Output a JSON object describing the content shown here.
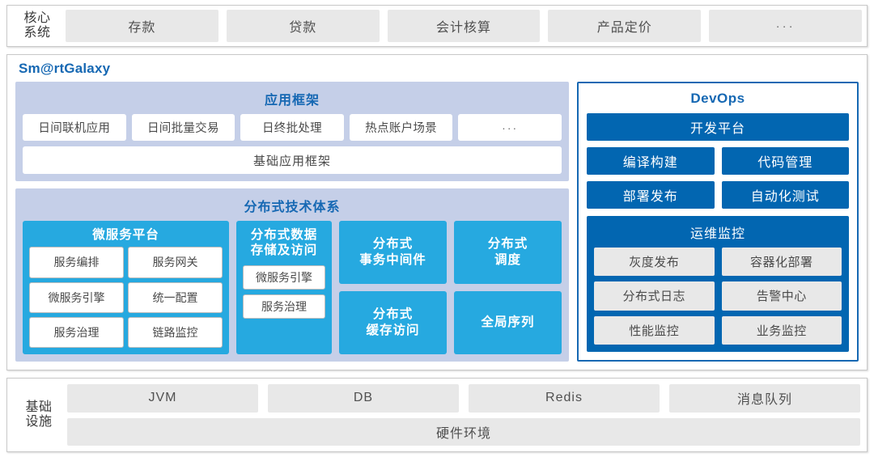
{
  "core_systems": {
    "label": "核心\n系统",
    "label_line1": "核心",
    "label_line2": "系统",
    "tiles": [
      "存款",
      "贷款",
      "会计核算",
      "产品定价",
      "···"
    ]
  },
  "galaxy": {
    "title": "Sm@rtGalaxy",
    "app_framework": {
      "title": "应用框架",
      "tiles": [
        "日间联机应用",
        "日间批量交易",
        "日终批处理",
        "热点账户场景",
        "···"
      ],
      "base": "基础应用框架"
    },
    "distributed": {
      "title": "分布式技术体系",
      "microservice": {
        "title": "微服务平台",
        "items": [
          "服务编排",
          "服务网关",
          "微服务引擎",
          "统一配置",
          "服务治理",
          "链路监控"
        ]
      },
      "storage": {
        "title_line1": "分布式数据",
        "title_line2": "存储及访问",
        "items": [
          "微服务引擎",
          "服务治理"
        ]
      },
      "column3": [
        {
          "line1": "分布式",
          "line2": "事务中间件"
        },
        {
          "line1": "分布式",
          "line2": "缓存访问"
        }
      ],
      "column4": [
        {
          "line1": "分布式",
          "line2": "调度"
        },
        {
          "line1": "全局序列",
          "line2": ""
        }
      ]
    },
    "devops": {
      "title": "DevOps",
      "platform": "开发平台",
      "rows": [
        [
          "编译构建",
          "代码管理"
        ],
        [
          "部署发布",
          "自动化测试"
        ]
      ],
      "ops": {
        "title": "运维监控",
        "items": [
          "灰度发布",
          "容器化部署",
          "分布式日志",
          "告警中心",
          "性能监控",
          "业务监控"
        ]
      }
    }
  },
  "infrastructure": {
    "label_line1": "基础",
    "label_line2": "设施",
    "tiles": [
      "JVM",
      "DB",
      "Redis",
      "消息队列"
    ],
    "hardware": "硬件环境"
  },
  "colors": {
    "brand_blue": "#1668b3",
    "devops_blue": "#0266b1",
    "cyan": "#26a9e0",
    "lavender": "#c5cfe8",
    "gray_tile": "#e8e8e8"
  }
}
